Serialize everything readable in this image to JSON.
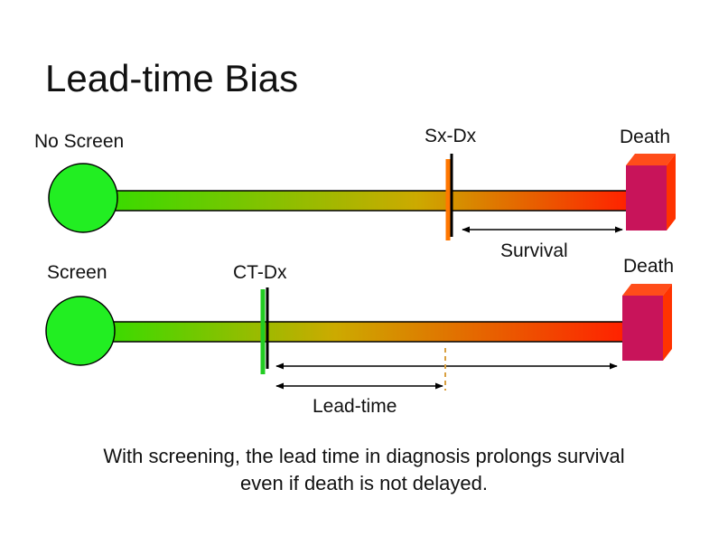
{
  "title": "Lead-time Bias",
  "rows": {
    "no_screen": {
      "label": "No Screen",
      "diagnosis_label": "Sx-Dx",
      "death_label": "Death",
      "interval_label": "Survival"
    },
    "screen": {
      "label": "Screen",
      "diagnosis_label": "CT-Dx",
      "death_label": "Death",
      "interval_label": "Lead-time"
    }
  },
  "caption": {
    "line1": "With screening, the lead time in diagnosis prolongs survival",
    "line2": "even if death is not delayed."
  },
  "colors": {
    "start_circle": "#22ee22",
    "timeline_start": "#33dd00",
    "timeline_mid": "#ccaa00",
    "timeline_end": "#ff2200",
    "death_box_front": "#c8145a",
    "death_box_side": "#ff3300",
    "death_box_top": "#ff4d1a",
    "sx_marker": "#ff7700",
    "ct_marker": "#22cc22",
    "dashed_marker": "#d9a040"
  }
}
